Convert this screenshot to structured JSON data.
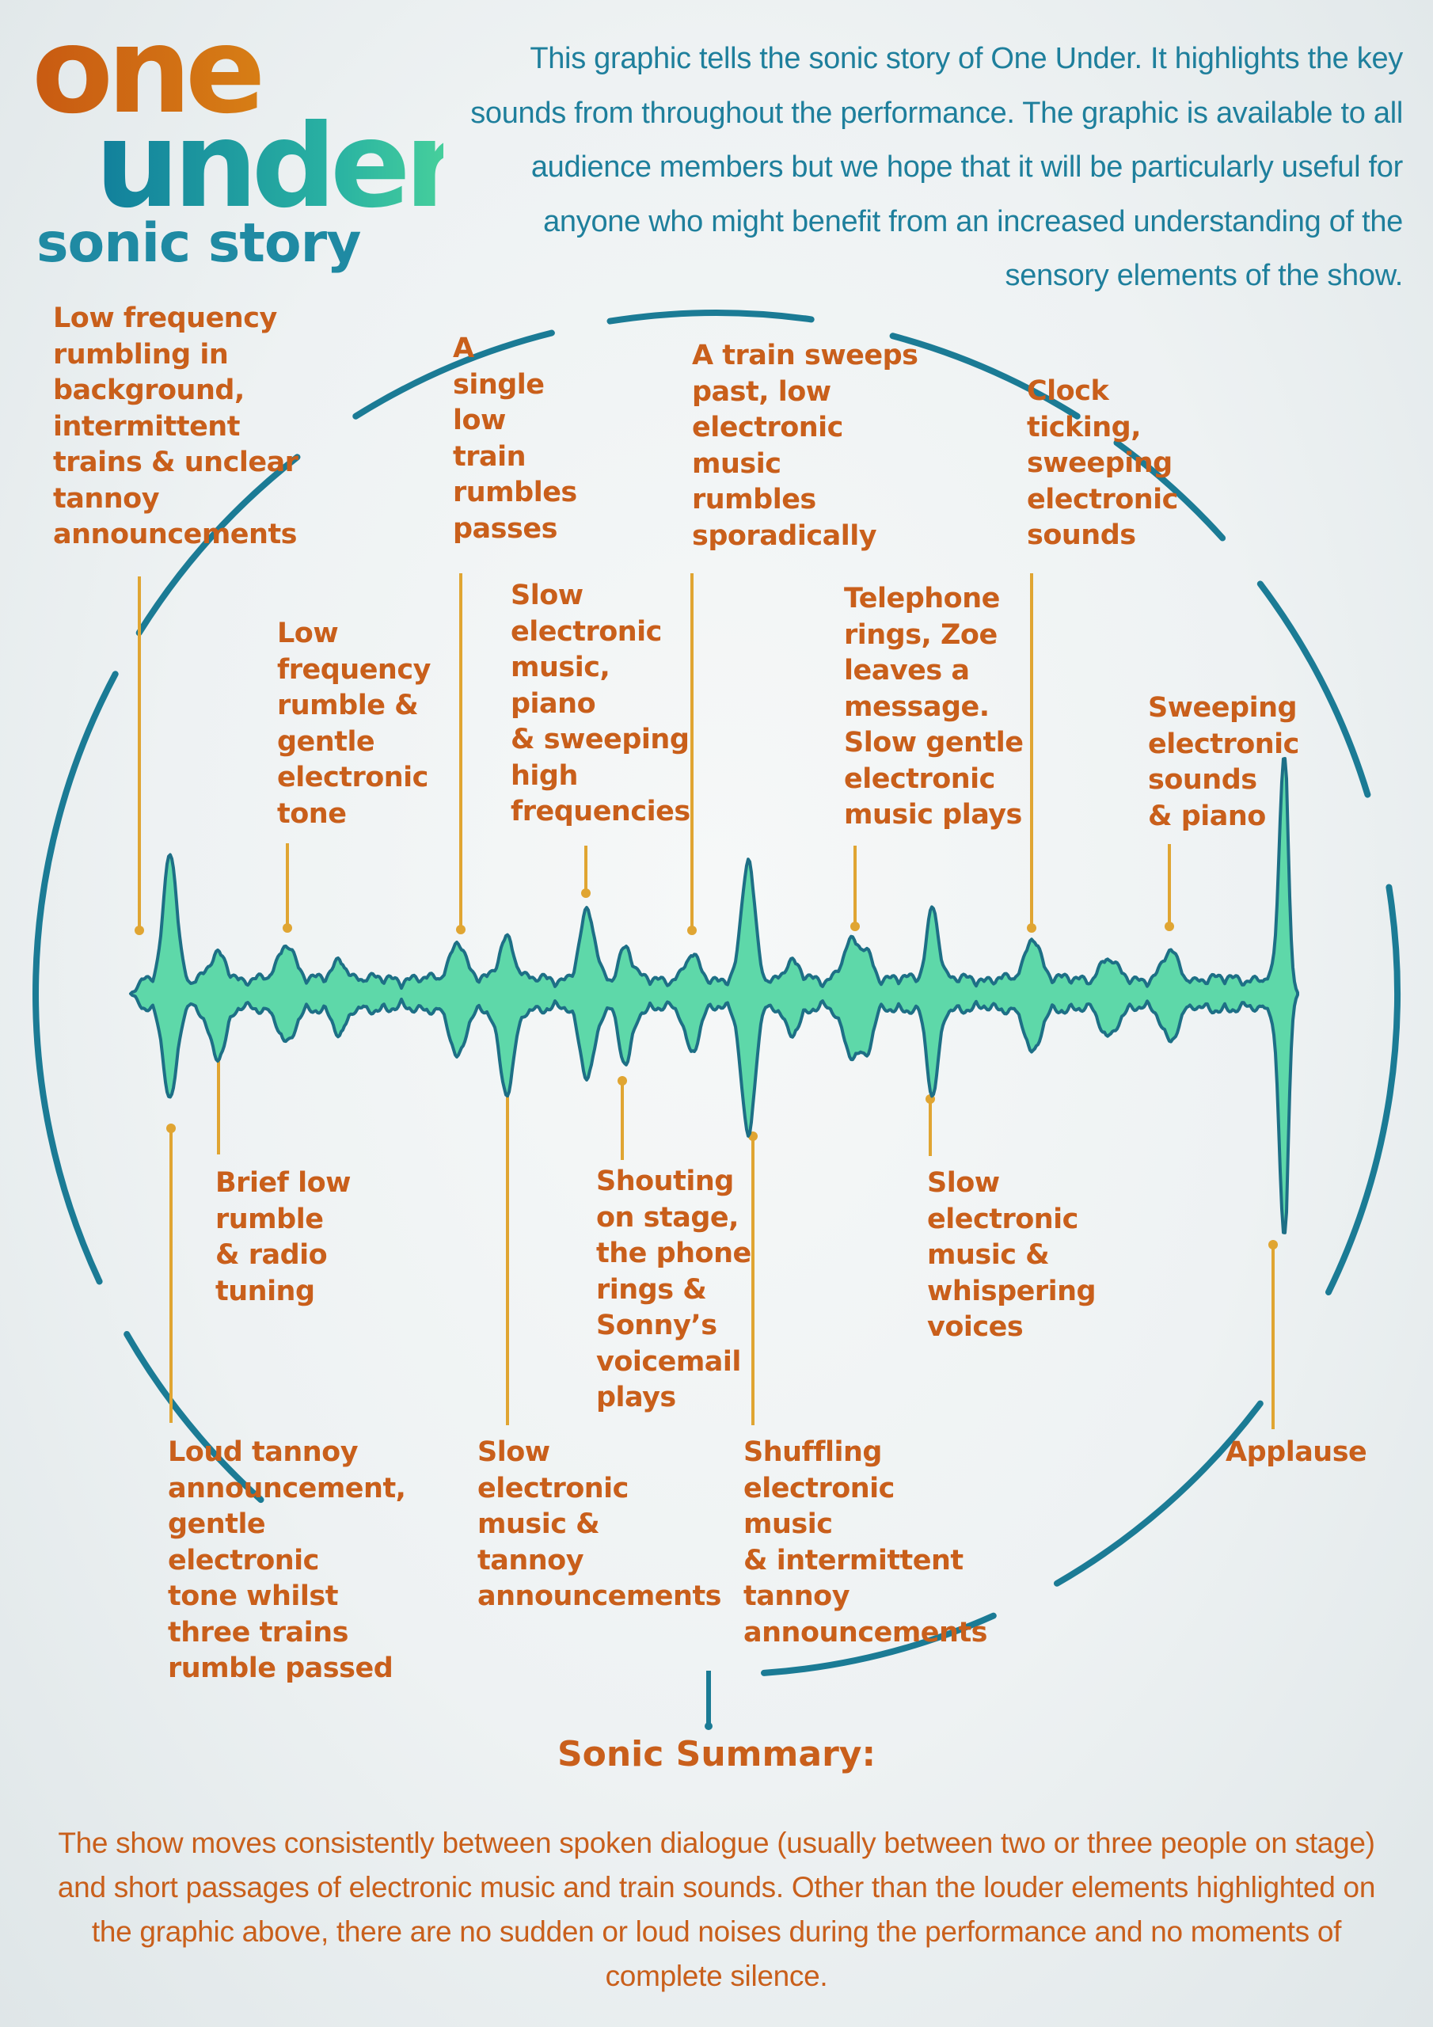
{
  "logo": {
    "line1": "one",
    "line2": "under",
    "line3": "sonic story"
  },
  "intro": "This graphic tells the sonic story of One Under.  It highlights the key sounds from throughout the performance. The graphic is available to all audience members but we hope that it will be particularly useful for anyone who might benefit from an increased understanding of the sensory elements of the show.",
  "colors": {
    "teal": "#1b7b95",
    "orange": "#c95f1b",
    "line": "#e0a532",
    "wave": "#5ed8a9"
  },
  "sounds_top": [
    {
      "text": "Low frequency\nrumbling in\nbackground,\nintermittent\ntrains & unclear\ntannoy\nannouncements"
    },
    {
      "text": "Low\nfrequency\nrumble &\ngentle\nelectronic\ntone"
    },
    {
      "text": "A\nsingle\nlow\ntrain\nrumbles\npasses"
    },
    {
      "text": "Slow\nelectronic\nmusic,\npiano\n& sweeping\nhigh\nfrequencies"
    },
    {
      "text": "A train sweeps\npast, low\nelectronic\nmusic\nrumbles\nsporadically"
    },
    {
      "text": "Telephone\nrings, Zoe\nleaves a\nmessage.\nSlow gentle\nelectronic\nmusic plays"
    },
    {
      "text": "Clock\nticking,\nsweeping\nelectronic\nsounds"
    },
    {
      "text": "Sweeping\nelectronic\nsounds\n& piano"
    }
  ],
  "sounds_bottom": [
    {
      "text": "Brief low\nrumble\n& radio\ntuning"
    },
    {
      "text": "Shouting\non stage,\nthe phone\nrings &\nSonny’s\nvoicemail\nplays"
    },
    {
      "text": "Slow\nelectronic\nmusic &\nwhispering\nvoices"
    },
    {
      "text": "Loud tannoy\nannouncement,\ngentle\nelectronic\ntone whilst\nthree trains\nrumble passed"
    },
    {
      "text": "Slow\nelectronic\nmusic &\ntannoy\nannouncements"
    },
    {
      "text": "Shuffling\nelectronic\nmusic\n& intermittent\ntannoy\nannouncements"
    },
    {
      "text": "Applause"
    }
  ],
  "summary": {
    "title": "Sonic Summary:",
    "text": "The show moves consistently between spoken dialogue (usually between two or three people on stage) and short passages of electronic music and train sounds. Other than the louder elements highlighted on the graphic above, there are no sudden or loud noises during the performance and no moments of complete silence."
  }
}
